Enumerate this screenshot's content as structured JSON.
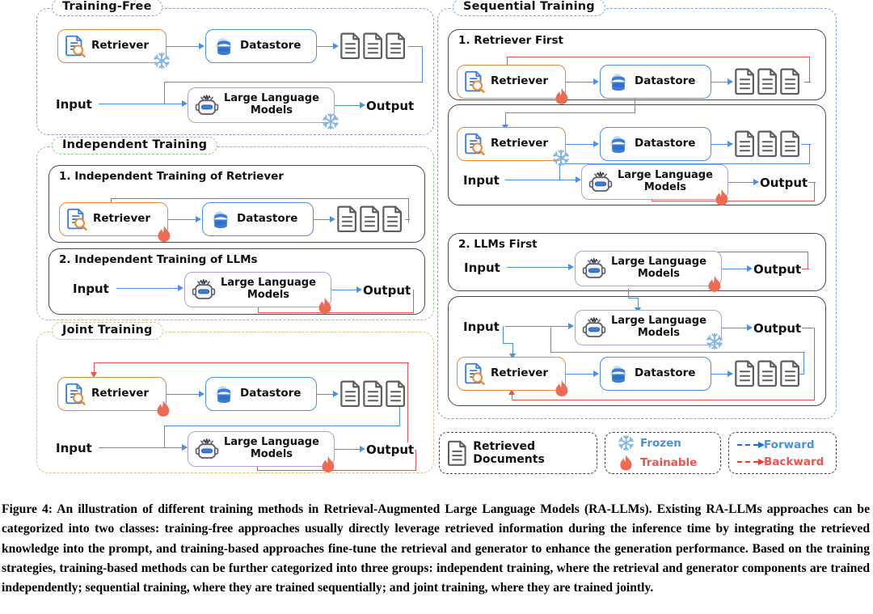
{
  "figure": {
    "groups": {
      "training_free": {
        "label": "Training-Free",
        "color": "#a98fc9"
      },
      "independent": {
        "label": "Independent Training",
        "color": "#95c48e"
      },
      "joint": {
        "label": "Joint Training",
        "color": "#dbc37a"
      },
      "sequential": {
        "label": "Sequential Training",
        "color": "#7aa8d8"
      }
    },
    "panels": {
      "indep_1": "1. Independent Training of Retriever",
      "indep_2": "2. Independent Training of LLMs",
      "seq_1": "1. Retriever First",
      "seq_2": "2. LLMs First"
    },
    "nodes": {
      "retriever": "Retriever",
      "datastore": "Datastore",
      "llm_line1": "Large Language",
      "llm_line2": "Models",
      "input": "Input",
      "output": "Output"
    },
    "icons": {
      "retriever": "document-search-icon",
      "datastore": "cloud-database-icon",
      "llm": "robot-icon",
      "documents": "documents-icon",
      "frozen": "snowflake-icon",
      "trainable": "flame-icon"
    },
    "legend": {
      "documents_label": "Retrieved Documents",
      "frozen_label": "Frozen",
      "trainable_label": "Trainable",
      "forward_label": "Forward",
      "backward_label": "Backward",
      "forward_color": "#1a6fd4",
      "backward_color": "#ef3b30",
      "frozen_color": "#4a90e2",
      "trainable_color": "#ef5350"
    }
  },
  "caption": "Figure 4: An illustration of different training methods in Retrieval-Augmented Large Language Models (RA-LLMs). Existing RA-LLMs approaches can be categorized into two classes: training-free approaches usually directly leverage retrieved information during the inference time by integrating the retrieved knowledge into the prompt, and training-based approaches fine-tune the retrieval and generator to enhance the generation performance. Based on the training strategies, training-based methods can be further categorized into three groups: independent training, where the retrieval and generator components are trained independently; sequential training, where they are trained sequentially; and joint training, where they are trained jointly."
}
